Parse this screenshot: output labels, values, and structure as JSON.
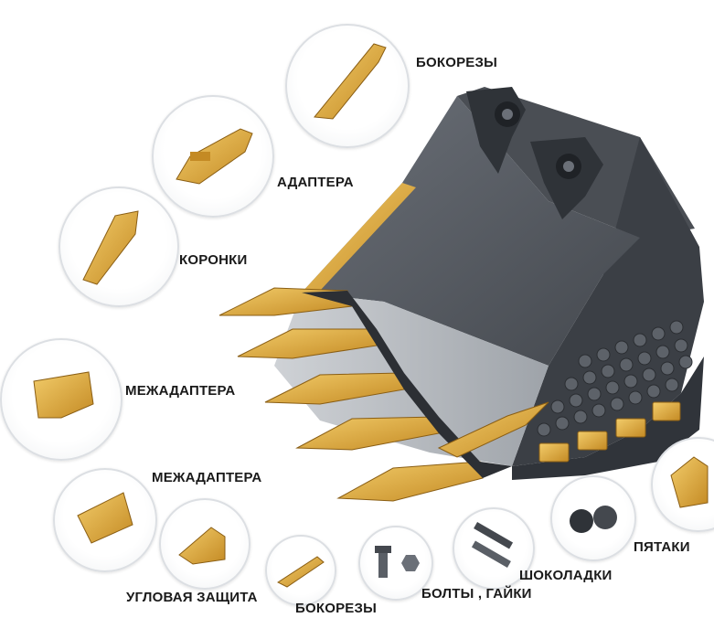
{
  "labels": {
    "bokorezy_top": "БОКОРЕЗЫ",
    "adaptera": "АДАПТЕРА",
    "koronki": "КОРОНКИ",
    "mezhadaptera_1": "МЕЖАДАПТЕРА",
    "mezhadaptera_2": "МЕЖАДАПТЕРА",
    "uglovaya_zashchita": "УГЛОВАЯ ЗАЩИТА",
    "bokorezy_bottom": "БОКОРЕЗЫ",
    "bolty_gaiki": "БОЛТЫ , ГАЙКИ",
    "shokoladki": "ШОКОЛАДКИ",
    "pyataki": "ПЯТАКИ"
  },
  "colors": {
    "steel_dark": "#3b3f45",
    "steel_mid": "#5a5f66",
    "steel_light": "#8a8f96",
    "gold": "#e0a93a",
    "gold_dark": "#b07a1e",
    "gold_light": "#f2cc6a"
  }
}
